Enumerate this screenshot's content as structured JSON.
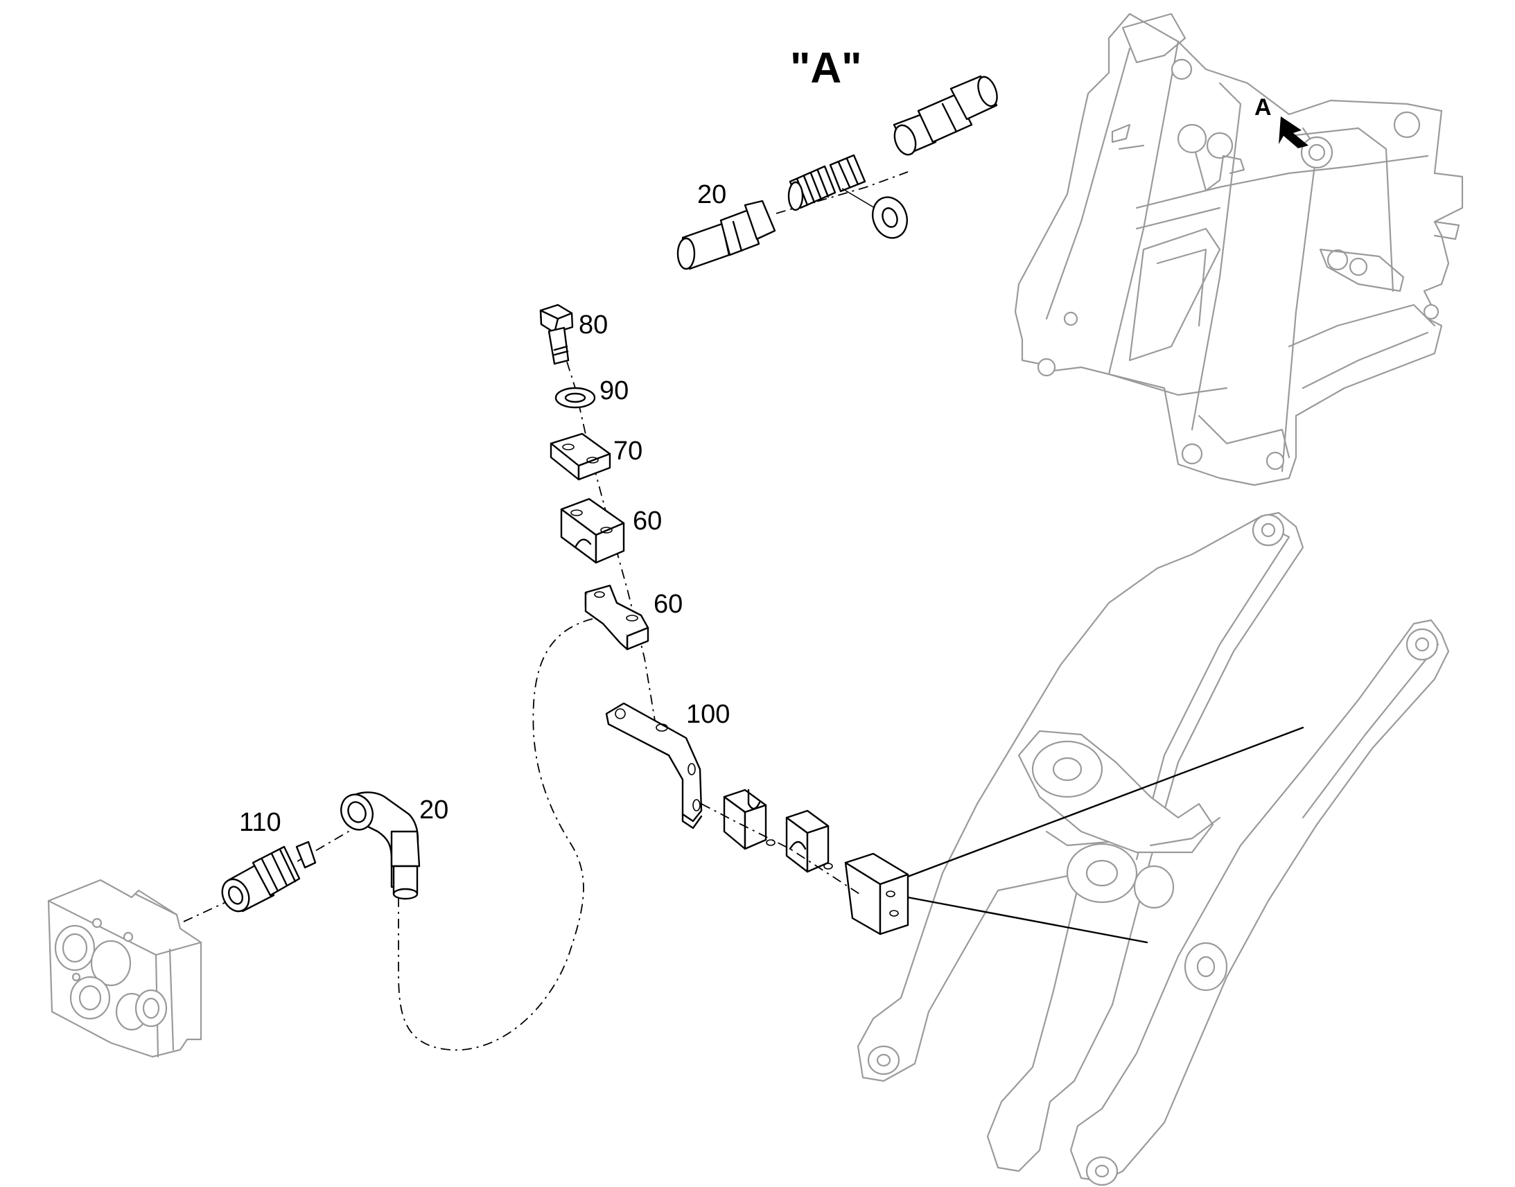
{
  "view": {
    "title": "\"A\"",
    "arrow_label": "A"
  },
  "callouts": {
    "hose_top": "20",
    "bolt": "80",
    "washer": "90",
    "plate": "70",
    "clamp_upper": "60",
    "clamp_lower": "60",
    "bracket": "100",
    "adapter": "110",
    "elbow": "20"
  }
}
